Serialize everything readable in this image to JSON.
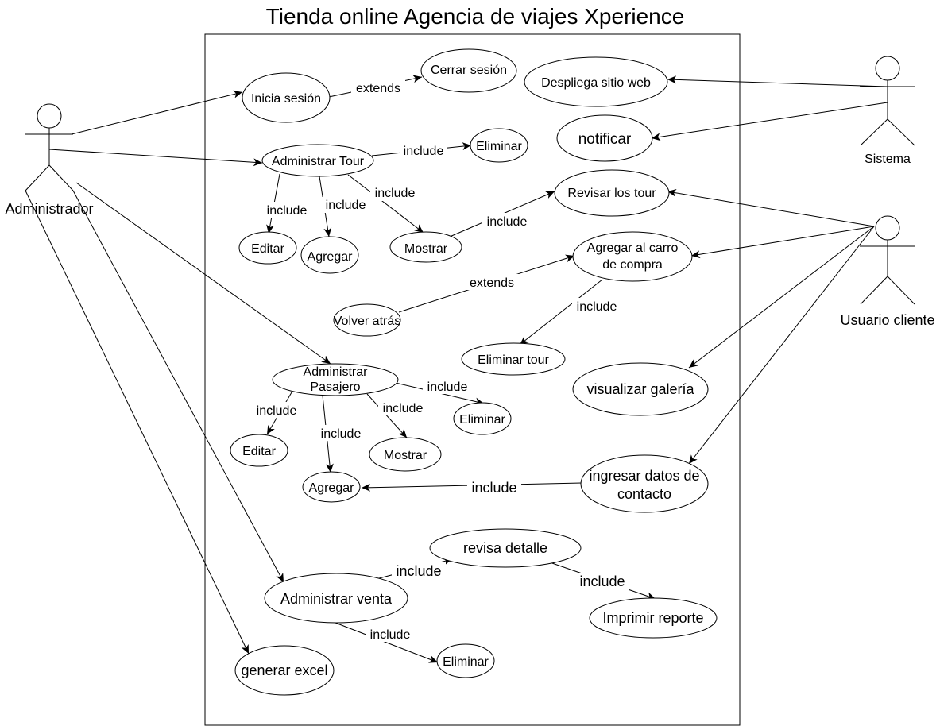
{
  "title": "Tienda online Agencia de viajes Xperience",
  "actors": {
    "administrador": "Administrador",
    "sistema": "Sistema",
    "usuario_cliente": "Usuario cliente"
  },
  "use_cases": {
    "inicia_sesion": "Inicia sesión",
    "cerrar_sesion": "Cerrar sesión",
    "despliega_sitio": "Despliega sitio web",
    "notificar": "notificar",
    "administrar_tour": "Administrar Tour",
    "eliminar_tour_uc": "Eliminar",
    "editar_tour": "Editar",
    "agregar_tour": "Agregar",
    "mostrar_tour": "Mostrar",
    "revisar_tours": "Revisar los tour",
    "agregar_carro_1": "Agregar al carro",
    "agregar_carro_2": "de compra",
    "volver_atras": "Volver atrás",
    "eliminar_tour_cart": "Eliminar tour",
    "visualizar_galeria": "visualizar galería",
    "admin_pasajero_1": "Administrar",
    "admin_pasajero_2": "Pasajero",
    "eliminar_pasajero": "Eliminar",
    "editar_pasajero": "Editar",
    "mostrar_pasajero": "Mostrar",
    "agregar_pasajero": "Agregar",
    "ingresar_datos_1": "ingresar datos de",
    "ingresar_datos_2": "contacto",
    "revisa_detalle": "revisa detalle",
    "imprimir_reporte": "Imprimir reporte",
    "administrar_venta": "Administrar venta",
    "eliminar_venta": "Eliminar",
    "generar_excel": "generar excel"
  },
  "relations": {
    "extends": "extends",
    "include": "include"
  }
}
